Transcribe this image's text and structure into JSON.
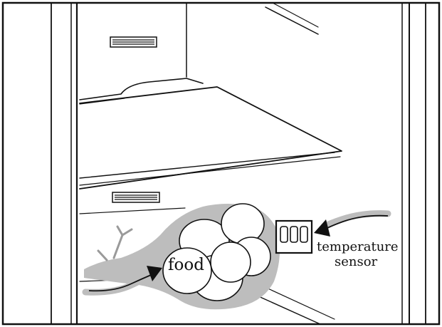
{
  "labels": {
    "food": "food",
    "sensor_line1": "temperature",
    "sensor_line2": "sensor"
  },
  "colors": {
    "ink": "#111111",
    "shadow": "#bdbdbd",
    "paper": "#ffffff"
  }
}
